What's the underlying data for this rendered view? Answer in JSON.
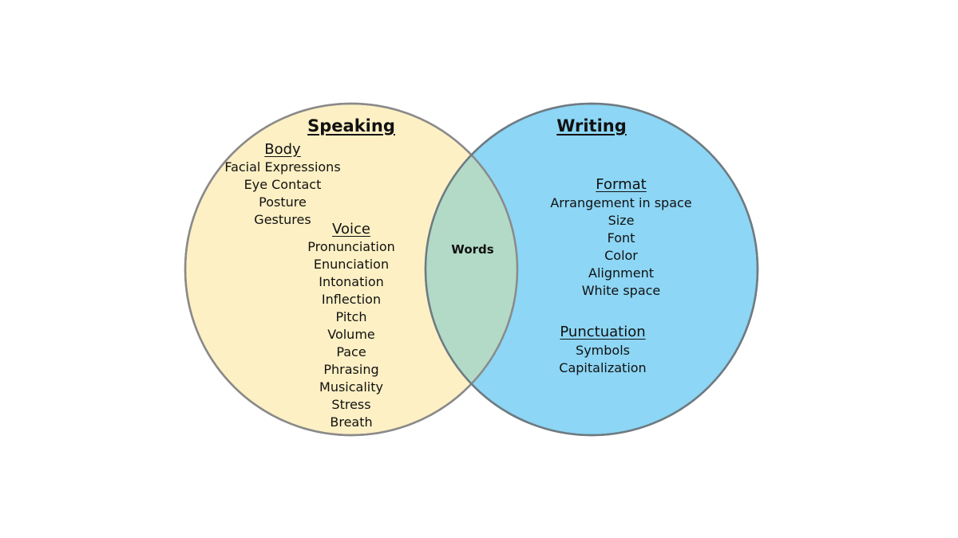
{
  "colors": {
    "left_fill": "#fdf0c4",
    "right_fill": "#8dd6f5",
    "overlap_fill": "#b2dac7",
    "outline": "#8a8a8a"
  },
  "left": {
    "title": "Speaking",
    "body_heading": "Body",
    "body_items": [
      "Facial Expressions",
      "Eye Contact",
      "Posture",
      "Gestures"
    ],
    "voice_heading": "Voice",
    "voice_items": [
      "Pronunciation",
      "Enunciation",
      "Intonation",
      "Inflection",
      "Pitch",
      "Volume",
      "Pace",
      "Phrasing",
      "Musicality",
      "Stress",
      "Breath"
    ]
  },
  "overlap": {
    "label": "Words"
  },
  "right": {
    "title": "Writing",
    "format_heading": "Format",
    "format_items": [
      "Arrangement in space",
      "Size",
      "Font",
      "Color",
      "Alignment",
      "White space"
    ],
    "punctuation_heading": "Punctuation",
    "punctuation_items": [
      "Symbols",
      "Capitalization"
    ]
  }
}
